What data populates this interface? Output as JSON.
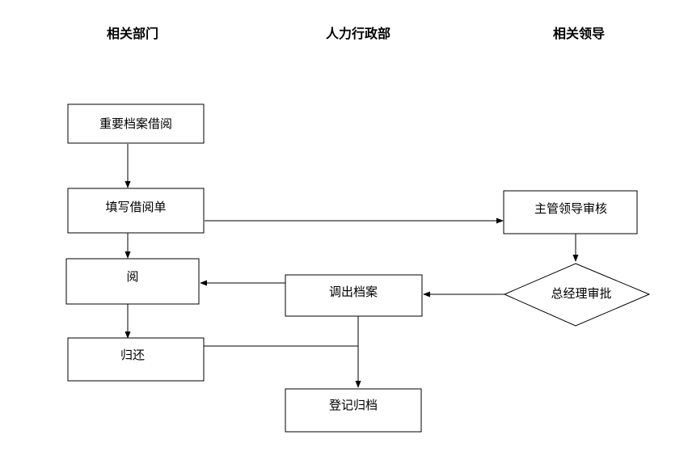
{
  "columns": {
    "left": "相关部门",
    "middle": "人力行政部",
    "right": "相关领导"
  },
  "nodes": {
    "important_file_borrow": "重要档案借阅",
    "fill_borrow_form": "填写借阅单",
    "supervisor_review": "主管领导审核",
    "read": "阅",
    "retrieve_file": "调出档案",
    "gm_approve": "总经理审批",
    "return": "归还",
    "register_archive": "登记归档"
  }
}
